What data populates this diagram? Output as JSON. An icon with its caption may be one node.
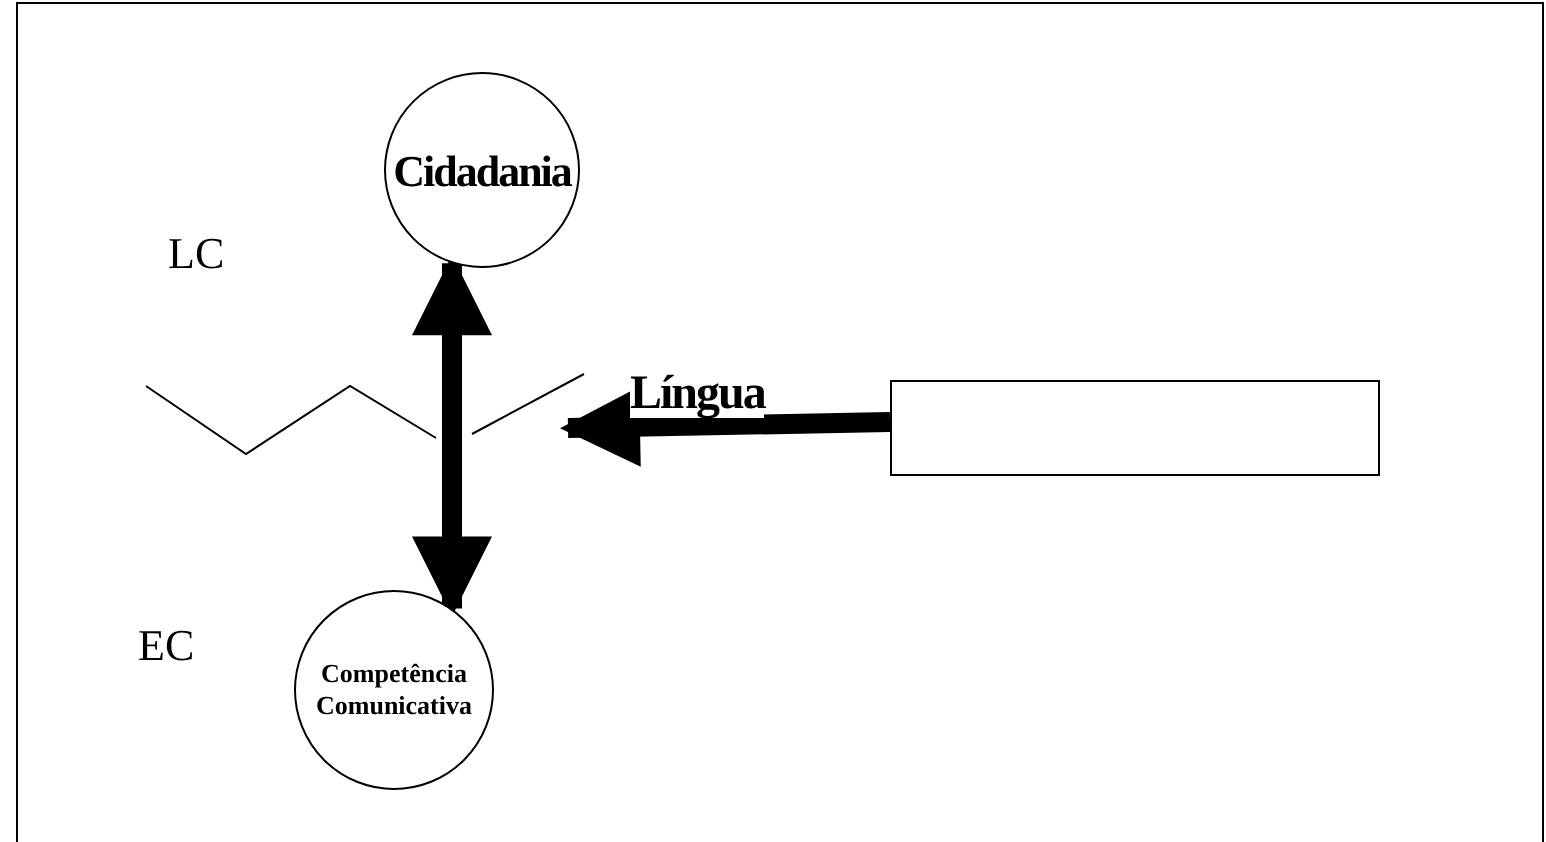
{
  "diagram": {
    "nodes": [
      {
        "text": [
          "Cidadania"
        ],
        "beside": [
          "LC"
        ]
      },
      {
        "text": [
          "Competência Comunicativa"
        ],
        "beside": [
          "EC"
        ]
      },
      {
        "text": [],
        "shape": "box"
      }
    ],
    "edges": [
      {
        "from": 0,
        "to": 1,
        "arrow": "both"
      },
      {
        "from": 2,
        "to": null,
        "arrow": "to",
        "label": "Língua"
      }
    ]
  }
}
